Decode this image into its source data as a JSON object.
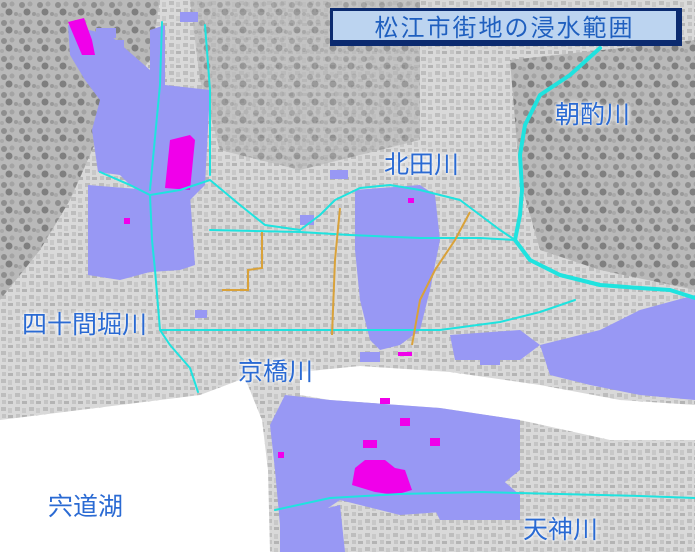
{
  "title": "松江市街地の浸水範囲",
  "labels": {
    "asakumi": "朝酌川",
    "kitada": "北田川",
    "shijukken": "四十間堀川",
    "kyobashi": "京橋川",
    "shinjiko": "宍道湖",
    "tenjin": "天神川"
  },
  "colors": {
    "flood_area": "#9898f4",
    "severe_flood_area": "#f000ea",
    "river": "#1fe3df",
    "channel": "#d9a23a",
    "lake": "#ffffff",
    "label_text": "#2a6ad3",
    "title_border": "#0b2a6f",
    "title_fill": "#bcd4f0"
  }
}
